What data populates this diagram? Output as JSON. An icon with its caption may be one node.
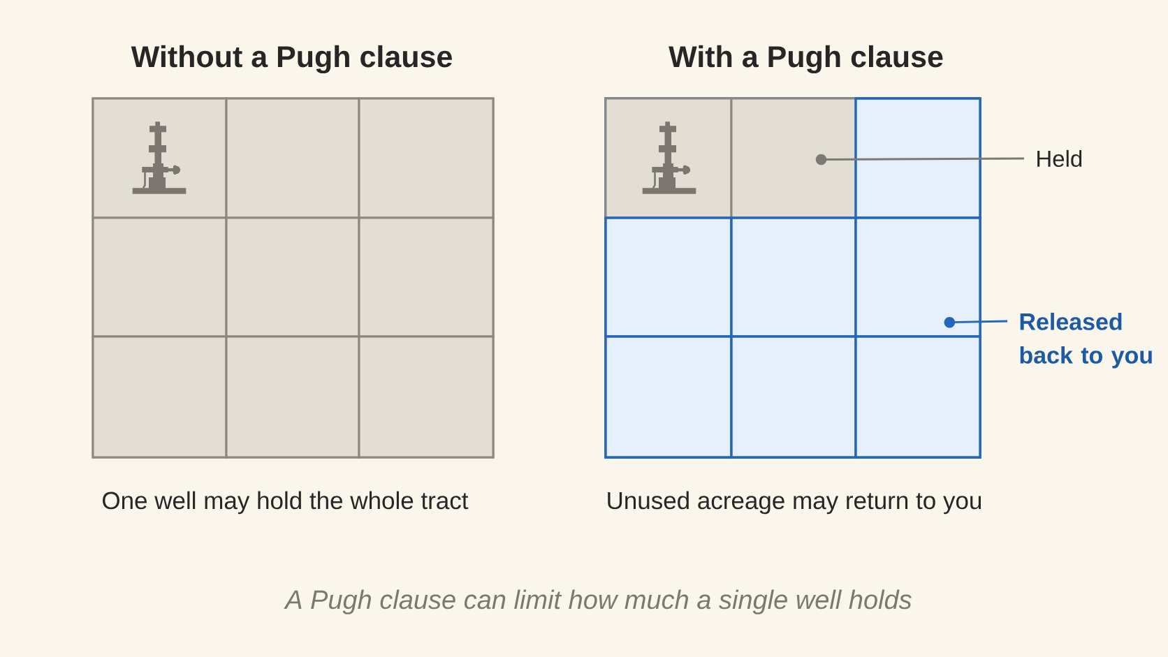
{
  "diagram": {
    "caption": "A Pugh clause can limit how much a single well holds",
    "nodes": [
      {
        "text": [
          "Without a Pugh clause"
        ],
        "beside": [
          "One well may hold the whole tract"
        ]
      },
      {
        "text": [],
        "shape": "box",
        "in": 0
      },
      {
        "text": [],
        "shape": "box",
        "in": 0
      },
      {
        "text": [],
        "shape": "box",
        "in": 0
      },
      {
        "text": [],
        "shape": "box",
        "in": 0
      },
      {
        "text": [],
        "shape": "box",
        "in": 0
      },
      {
        "text": [],
        "shape": "box",
        "in": 0
      },
      {
        "text": [],
        "shape": "box",
        "in": 0
      },
      {
        "text": [],
        "shape": "box",
        "in": 0
      },
      {
        "text": [],
        "shape": "box",
        "in": 0
      },
      {
        "text": [
          "With a Pugh clause"
        ],
        "beside": [
          "Unused acreage may return to you"
        ]
      },
      {
        "text": [],
        "shape": "box",
        "in": 10
      },
      {
        "text": [],
        "shape": "box",
        "in": 10
      },
      {
        "text": [],
        "shape": "box",
        "in": 10
      },
      {
        "text": [],
        "shape": "box",
        "in": 10
      },
      {
        "text": [],
        "shape": "box",
        "in": 10
      },
      {
        "text": [],
        "shape": "box",
        "in": 10
      },
      {
        "text": [],
        "shape": "box",
        "in": 10
      },
      {
        "text": [],
        "shape": "box",
        "in": 10
      },
      {
        "text": [],
        "shape": "box",
        "in": 10
      },
      {
        "text": [
          "Held"
        ]
      },
      {
        "text": [
          "Released back to you"
        ]
      }
    ],
    "edges": [
      {
        "from": 20,
        "to": 12,
        "arrow": "other"
      },
      {
        "from": 21,
        "to": 16,
        "arrow": "other",
        "color": "#2566bd"
      }
    ]
  }
}
